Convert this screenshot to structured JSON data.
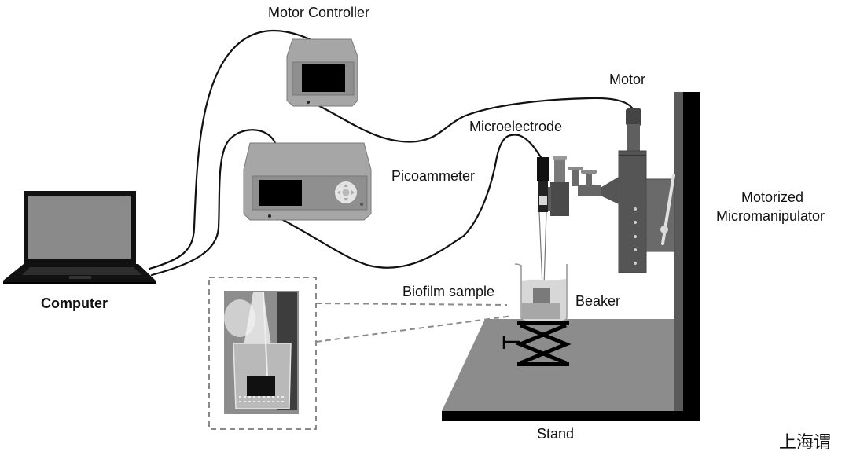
{
  "diagram": {
    "type": "experimental-setup-schematic",
    "colors": {
      "background": "#ffffff",
      "device_body": "#a6a6a6",
      "device_face": "#c4c4c4",
      "screen": "#000000",
      "stand_platform": "#8c8c8c",
      "stand_post": "#000000",
      "micromanipulator": "#5a5a5a",
      "cable": "#111111",
      "callout_dash": "#8a8a8a"
    },
    "labels": {
      "motor_controller": "Motor Controller",
      "motor": "Motor",
      "microelectrode": "Microelectrode",
      "picoammeter": "Picoammeter",
      "micromanipulator_line1": "Motorized",
      "micromanipulator_line2": "Micromanipulator",
      "computer": "Computer",
      "biofilm_sample": "Biofilm sample",
      "beaker": "Beaker",
      "stand": "Stand"
    },
    "watermark": "上海谓",
    "components": [
      {
        "id": "computer",
        "icon": "laptop-icon"
      },
      {
        "id": "motor_controller",
        "icon": "controller-box-icon"
      },
      {
        "id": "picoammeter",
        "icon": "picoammeter-box-icon"
      },
      {
        "id": "motor",
        "icon": "motor-icon"
      },
      {
        "id": "microelectrode",
        "icon": "electrode-icon"
      },
      {
        "id": "micromanipulator",
        "icon": "micromanipulator-icon"
      },
      {
        "id": "beaker",
        "icon": "beaker-icon"
      },
      {
        "id": "biofilm_sample",
        "icon": "sample-block-icon"
      },
      {
        "id": "lab_jack",
        "icon": "scissor-jack-icon"
      },
      {
        "id": "stand",
        "icon": "stand-icon"
      },
      {
        "id": "photo_inset",
        "icon": "photo-icon"
      }
    ],
    "connections": [
      {
        "from": "computer",
        "to": "motor_controller"
      },
      {
        "from": "computer",
        "to": "picoammeter"
      },
      {
        "from": "motor_controller",
        "to": "motor"
      },
      {
        "from": "picoammeter",
        "to": "microelectrode"
      }
    ]
  }
}
